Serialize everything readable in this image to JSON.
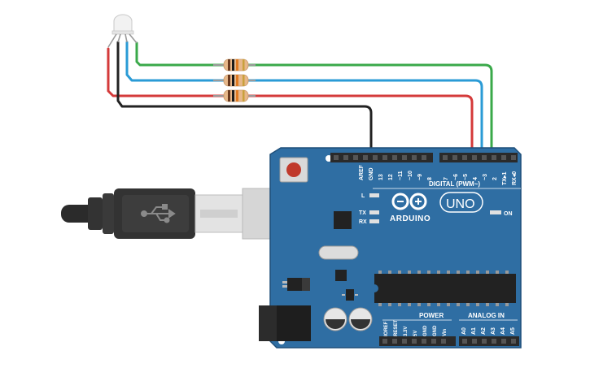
{
  "colors": {
    "board": "#2f6ea3",
    "board_edge": "#1f4f7a",
    "header": "#2a2a2a",
    "wire_green": "#3aa94a",
    "wire_blue": "#2a9bd6",
    "wire_red": "#d43a3a",
    "wire_black": "#222222",
    "resistor_body": "#e7b88a",
    "reset_button": "#c0392b",
    "usb_plug": "#333333",
    "usb_shell": "#d9d9d9",
    "text_on_board": "#ffffff"
  },
  "board": {
    "brand_text": "ARDUINO",
    "model_text": "UNO",
    "on_label": "ON",
    "l_label": "L",
    "tx_label": "TX",
    "rx_label": "RX",
    "digital_title": "DIGITAL (PWM~)",
    "power_title": "POWER",
    "analog_title": "ANALOG IN",
    "digital_pins": [
      "AREF",
      "GND",
      "13",
      "12",
      "~11",
      "~10",
      "~9",
      "8",
      "7",
      "~6",
      "~5",
      "4",
      "~3",
      "2",
      "TX▸1",
      "RX◂0"
    ],
    "power_pins": [
      "IOREF",
      "RESET",
      "3.3V",
      "5V",
      "GND",
      "GND",
      "Vin"
    ],
    "analog_pins": [
      "A0",
      "A1",
      "A2",
      "A3",
      "A4",
      "A5"
    ]
  },
  "components": {
    "led": "rgb-led-icon",
    "resistors": [
      "resistor-icon",
      "resistor-icon",
      "resistor-icon"
    ],
    "usb": "usb-icon"
  }
}
